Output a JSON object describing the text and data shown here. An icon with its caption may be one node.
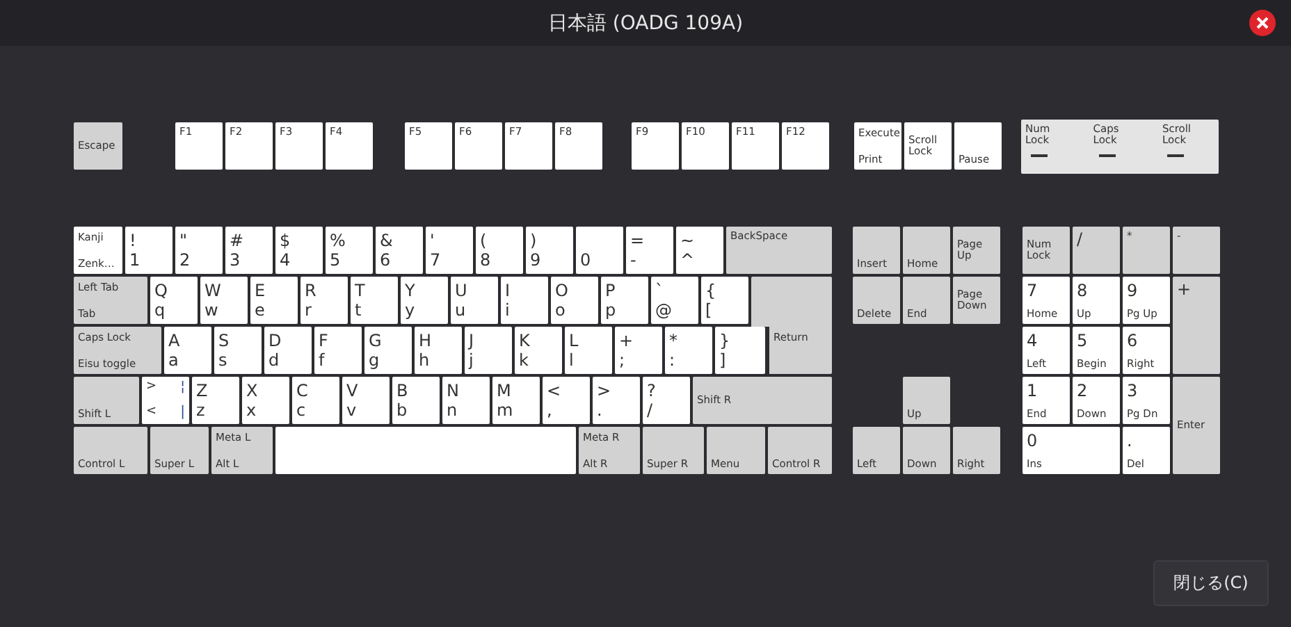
{
  "diagram": {
    "title": "日本語 (OADG 109A)",
    "nodes": [
      {
        "text": [
          "Escape"
        ]
      },
      {
        "text": [
          "F1"
        ]
      },
      {
        "text": [
          "F2"
        ]
      },
      {
        "text": [
          "F3"
        ]
      },
      {
        "text": [
          "F4"
        ]
      },
      {
        "text": [
          "F5"
        ]
      },
      {
        "text": [
          "F6"
        ]
      },
      {
        "text": [
          "F7"
        ]
      },
      {
        "text": [
          "F8"
        ]
      },
      {
        "text": [
          "F9"
        ]
      },
      {
        "text": [
          "F10"
        ]
      },
      {
        "text": [
          "F11"
        ]
      },
      {
        "text": [
          "F12"
        ]
      },
      {
        "text": [
          "Execute",
          "Print"
        ]
      },
      {
        "text": [
          "Scroll Lock"
        ]
      },
      {
        "text": [
          "Pause"
        ]
      },
      {
        "text": [
          "Num Lock",
          "Caps Lock",
          "Scroll Lock"
        ]
      },
      {
        "text": [
          "Kanji",
          "Zenk…"
        ]
      },
      {
        "text": [
          "!",
          "1"
        ]
      },
      {
        "text": [
          "\"",
          "2"
        ]
      },
      {
        "text": [
          "#",
          "3"
        ]
      },
      {
        "text": [
          "$",
          "4"
        ]
      },
      {
        "text": [
          "%",
          "5"
        ]
      },
      {
        "text": [
          "&",
          "6"
        ]
      },
      {
        "text": [
          "'",
          "7"
        ]
      },
      {
        "text": [
          "(",
          "8"
        ]
      },
      {
        "text": [
          ")",
          "9"
        ]
      },
      {
        "text": [
          "0"
        ]
      },
      {
        "text": [
          "=",
          "-"
        ]
      },
      {
        "text": [
          "~",
          "^"
        ]
      },
      {
        "text": [
          "BackSpace"
        ]
      },
      {
        "text": [
          "Insert"
        ]
      },
      {
        "text": [
          "Home"
        ]
      },
      {
        "text": [
          "Page Up"
        ]
      },
      {
        "text": [
          "Num Lock"
        ]
      },
      {
        "text": [
          "/"
        ]
      },
      {
        "text": [
          "*"
        ]
      },
      {
        "text": [
          "-"
        ]
      },
      {
        "text": [
          "Left Tab",
          "Tab"
        ]
      },
      {
        "text": [
          "Q",
          "q"
        ]
      },
      {
        "text": [
          "W",
          "w"
        ]
      },
      {
        "text": [
          "E",
          "e"
        ]
      },
      {
        "text": [
          "R",
          "r"
        ]
      },
      {
        "text": [
          "T",
          "t"
        ]
      },
      {
        "text": [
          "Y",
          "y"
        ]
      },
      {
        "text": [
          "U",
          "u"
        ]
      },
      {
        "text": [
          "I",
          "i"
        ]
      },
      {
        "text": [
          "O",
          "o"
        ]
      },
      {
        "text": [
          "P",
          "p"
        ]
      },
      {
        "text": [
          "`",
          "@"
        ]
      },
      {
        "text": [
          "{",
          "["
        ]
      },
      {
        "text": [
          "Return"
        ]
      },
      {
        "text": [
          "Delete"
        ]
      },
      {
        "text": [
          "End"
        ]
      },
      {
        "text": [
          "Page Down"
        ]
      },
      {
        "text": [
          "7",
          "Home"
        ]
      },
      {
        "text": [
          "8",
          "Up"
        ]
      },
      {
        "text": [
          "9",
          "Pg Up"
        ]
      },
      {
        "text": [
          "+"
        ]
      },
      {
        "text": [
          "Caps Lock",
          "Eisu toggle"
        ]
      },
      {
        "text": [
          "A",
          "a"
        ]
      },
      {
        "text": [
          "S",
          "s"
        ]
      },
      {
        "text": [
          "D",
          "d"
        ]
      },
      {
        "text": [
          "F",
          "f"
        ]
      },
      {
        "text": [
          "G",
          "g"
        ]
      },
      {
        "text": [
          "H",
          "h"
        ]
      },
      {
        "text": [
          "J",
          "j"
        ]
      },
      {
        "text": [
          "K",
          "k"
        ]
      },
      {
        "text": [
          "L",
          "l"
        ]
      },
      {
        "text": [
          "+",
          ";"
        ]
      },
      {
        "text": [
          "*",
          ":"
        ]
      },
      {
        "text": [
          "}",
          "]"
        ]
      },
      {
        "text": [
          "4",
          "Left"
        ]
      },
      {
        "text": [
          "5",
          "Begin"
        ]
      },
      {
        "text": [
          "6",
          "Right"
        ]
      },
      {
        "text": [
          "Shift L"
        ]
      },
      {
        "text": [
          ">",
          "¦",
          "<",
          "|"
        ]
      },
      {
        "text": [
          "Z",
          "z"
        ]
      },
      {
        "text": [
          "X",
          "x"
        ]
      },
      {
        "text": [
          "C",
          "c"
        ]
      },
      {
        "text": [
          "V",
          "v"
        ]
      },
      {
        "text": [
          "B",
          "b"
        ]
      },
      {
        "text": [
          "N",
          "n"
        ]
      },
      {
        "text": [
          "M",
          "m"
        ]
      },
      {
        "text": [
          "<",
          ","
        ]
      },
      {
        "text": [
          ">",
          "."
        ]
      },
      {
        "text": [
          "?",
          "/"
        ]
      },
      {
        "text": [
          "Shift R"
        ]
      },
      {
        "text": [
          "Up"
        ]
      },
      {
        "text": [
          "1",
          "End"
        ]
      },
      {
        "text": [
          "2",
          "Down"
        ]
      },
      {
        "text": [
          "3",
          "Pg Dn"
        ]
      },
      {
        "text": [
          "Enter"
        ]
      },
      {
        "text": [
          "Control L"
        ]
      },
      {
        "text": [
          "Super L"
        ]
      },
      {
        "text": [
          "Meta L",
          "Alt L"
        ]
      },
      {
        "text": [],
        "shape": "box"
      },
      {
        "text": [
          "Meta R",
          "Alt R"
        ]
      },
      {
        "text": [
          "Super R"
        ]
      },
      {
        "text": [
          "Menu"
        ]
      },
      {
        "text": [
          "Control R"
        ]
      },
      {
        "text": [
          "Left"
        ]
      },
      {
        "text": [
          "Down"
        ]
      },
      {
        "text": [
          "Right"
        ]
      },
      {
        "text": [
          "0",
          "Ins"
        ]
      },
      {
        "text": [
          ".",
          "Del"
        ]
      }
    ],
    "labels": [
      "閉じる(C)"
    ]
  }
}
